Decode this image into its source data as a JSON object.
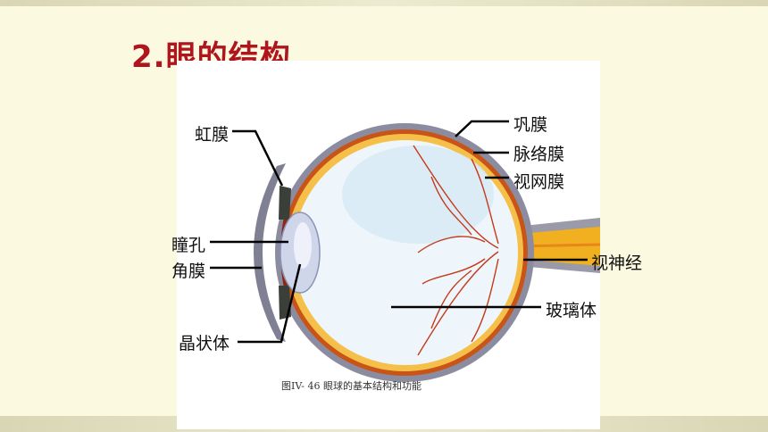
{
  "slide": {
    "title": "2.眼的结构"
  },
  "diagram": {
    "labels": {
      "iris": "虹膜",
      "pupil": "瞳孔",
      "cornea": "角膜",
      "lens": "晶状体",
      "sclera": "巩膜",
      "choroid": "脉络膜",
      "retina": "视网膜",
      "optic_nerve": "视神经",
      "vitreous": "玻璃体"
    },
    "caption": "图IV- 46   眼球的基本结构和功能"
  }
}
